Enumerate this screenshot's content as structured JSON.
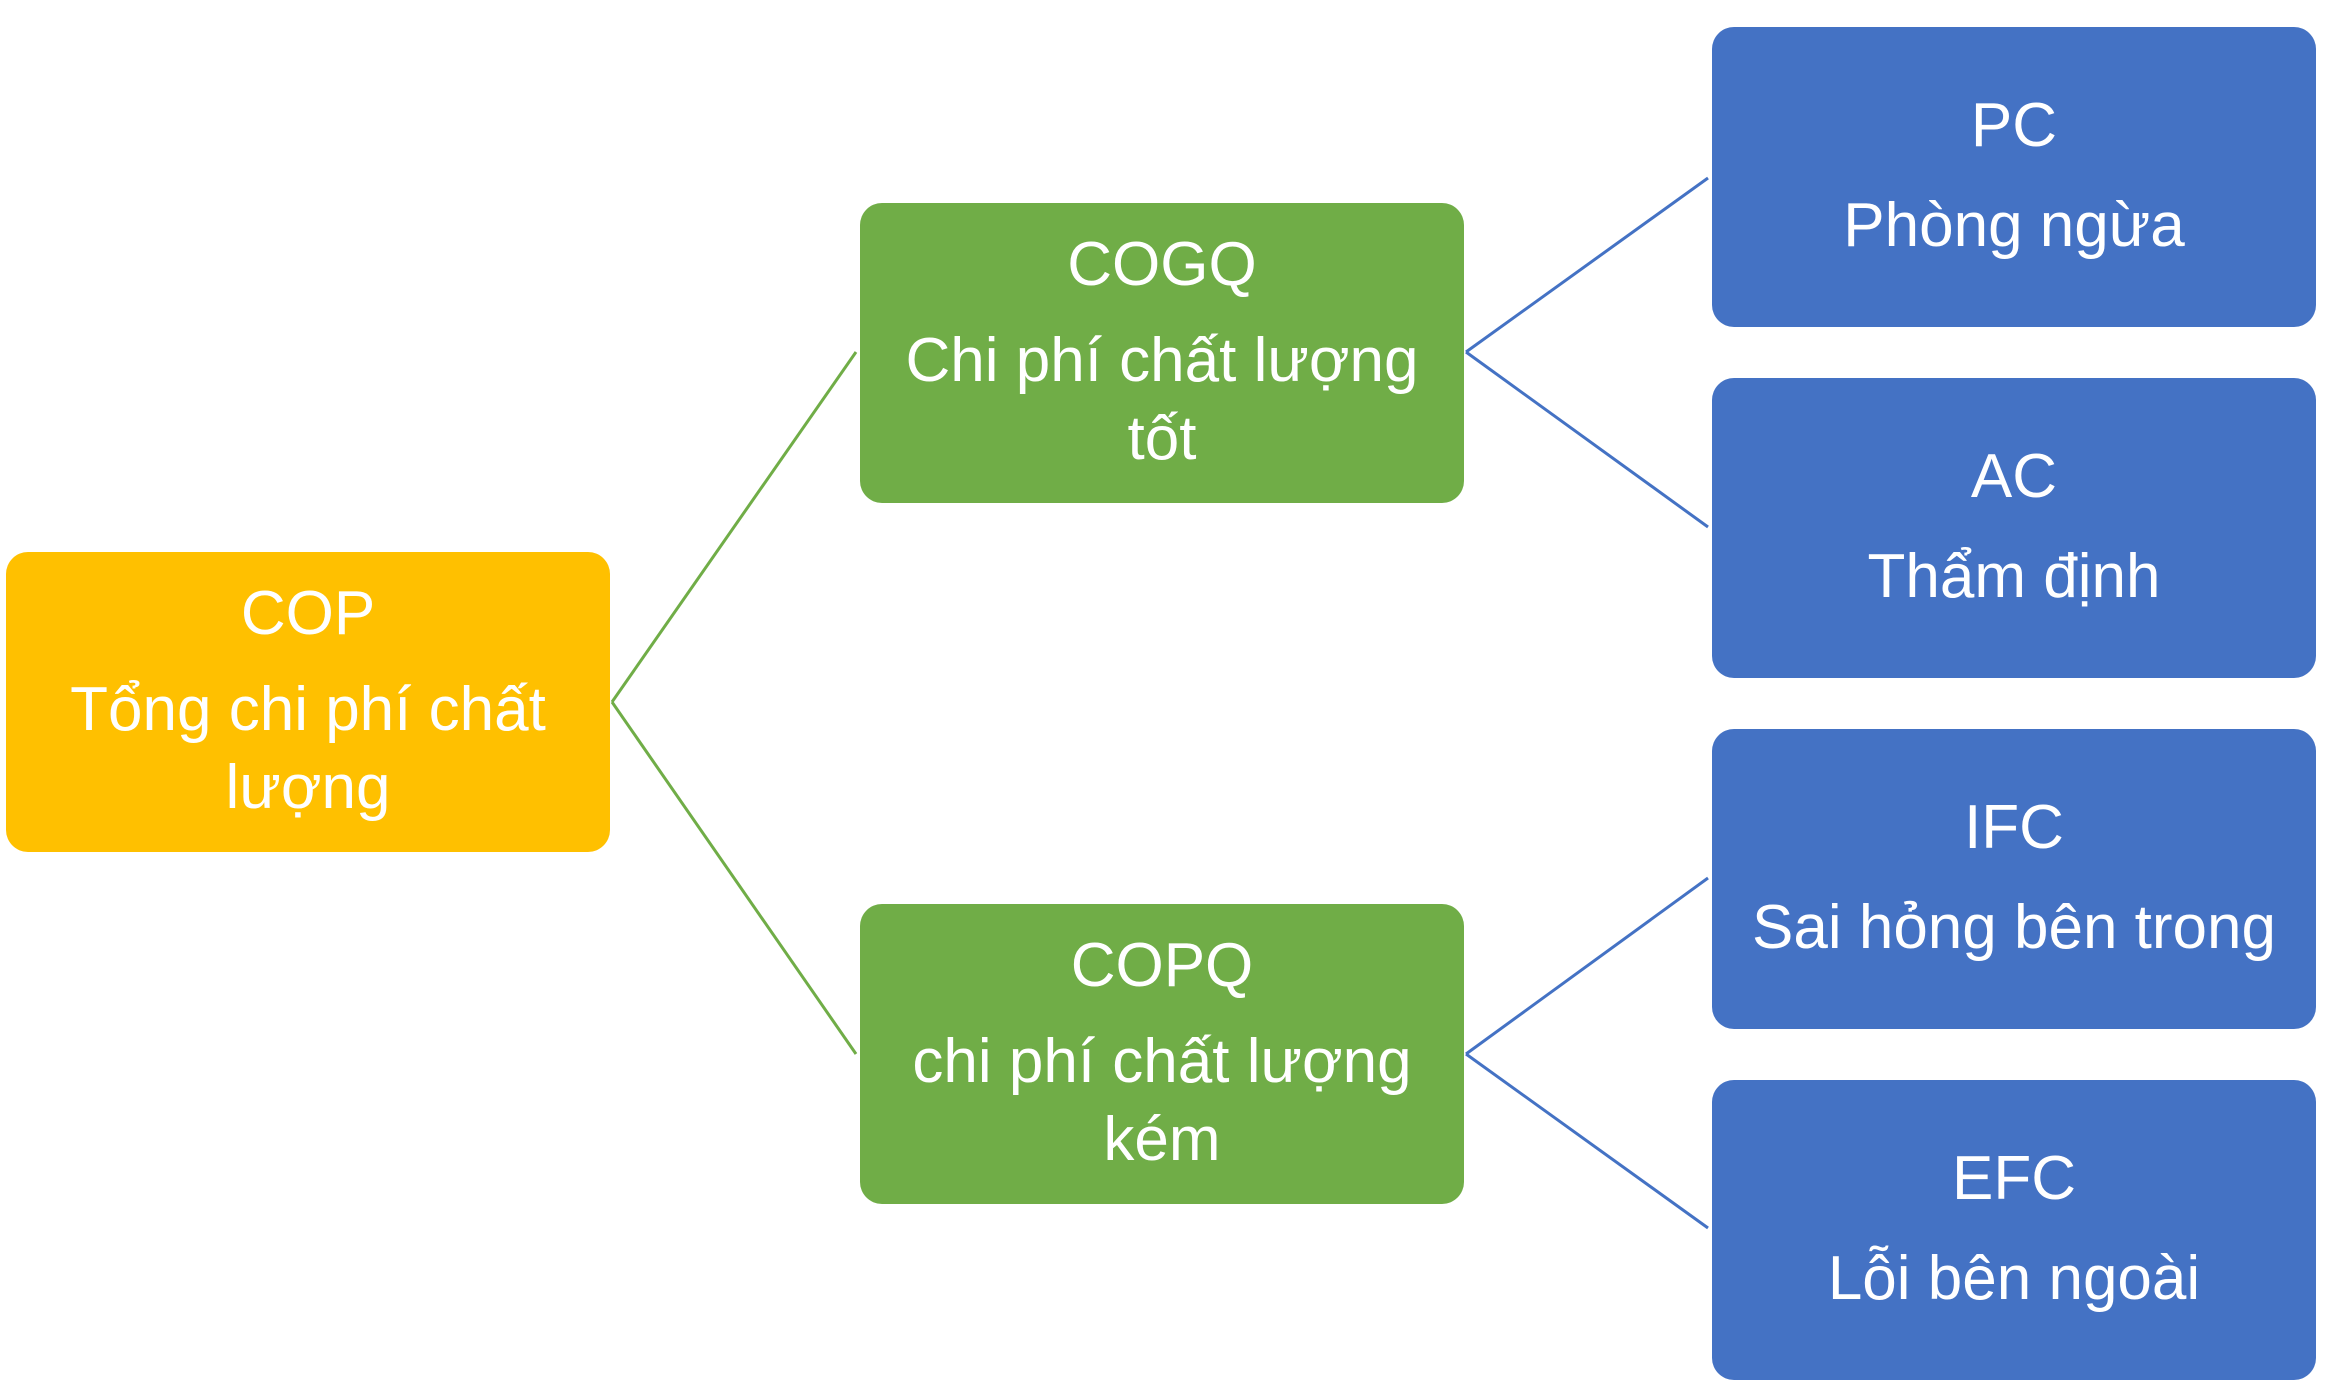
{
  "diagram": {
    "root": {
      "code": "COP",
      "desc": "Tổng chi phí chất lượng"
    },
    "good_quality": {
      "code": "COGQ",
      "desc": "Chi phí chất lượng tốt"
    },
    "poor_quality": {
      "code": "COPQ",
      "desc": "chi phí chất lượng kém"
    },
    "prevention": {
      "code": "PC",
      "desc": "Phòng ngừa"
    },
    "appraisal": {
      "code": "AC",
      "desc": "Thẩm định"
    },
    "internal_failure": {
      "code": "IFC",
      "desc": "Sai hỏng bên trong"
    },
    "external_failure": {
      "code": "EFC",
      "desc": "Lỗi bên ngoài"
    }
  },
  "colors": {
    "root": "#FFC000",
    "mid": "#70AD47",
    "leaf": "#4472C4",
    "text": "#FFFFFF"
  }
}
